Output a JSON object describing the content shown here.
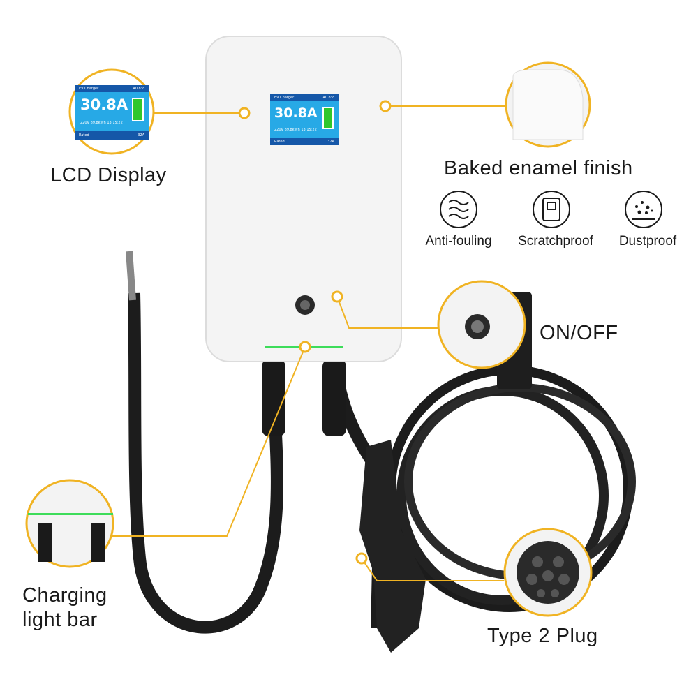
{
  "lcd": {
    "title": "EV Charger",
    "temp": "40.8°c",
    "current": "30.8A",
    "voltage": "220V",
    "energy": "89.8kWh",
    "time": "13:15:22",
    "rated_label": "Rated",
    "rated_value": "32A"
  },
  "callouts": {
    "lcd_display": "LCD Display",
    "finish": "Baked enamel finish",
    "on_off": "ON/OFF",
    "light_bar_line1": "Charging",
    "light_bar_line2": "light bar",
    "plug": "Type 2 Plug"
  },
  "features": [
    {
      "icon": "waves-icon",
      "label": "Anti-fouling"
    },
    {
      "icon": "panel-icon",
      "label": "Scratchproof"
    },
    {
      "icon": "dust-icon",
      "label": "Dustproof"
    }
  ],
  "colors": {
    "accent": "#f0b323",
    "lcd_blue": "#1557a8",
    "lcd_cyan": "#27a9e6",
    "battery_green": "#2fc72c",
    "light_bar": "#3ddc5a"
  }
}
